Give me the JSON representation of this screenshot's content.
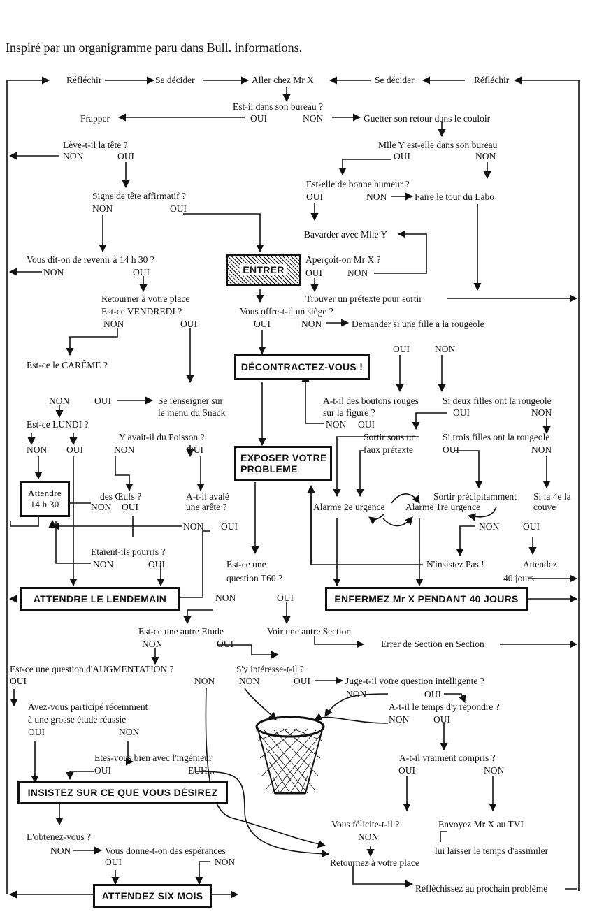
{
  "header": "Inspiré par un organigramme paru dans Bull. informations.",
  "top_row": [
    "Réfléchir",
    "Se décider",
    "Aller chez Mr X",
    "Se décider",
    "Réfléchir"
  ],
  "labels": {
    "q_bureau": "Est-il dans son bureau ?",
    "frapper": "Frapper",
    "oui": "OUI",
    "non": "NON",
    "guetter": "Guetter son retour dans le couloir",
    "leve_tete": "Lève-t-il la tête ?",
    "mlle_y_bureau": "Mlle Y est-elle dans son bureau",
    "signe_tete": "Signe de tête affirmatif ?",
    "bonne_humeur": "Est-elle de bonne humeur ?",
    "tour_labo": "Faire le tour du Labo",
    "bavarder": "Bavarder avec Mlle Y",
    "revenir": "Vous dit-on de revenir à 14 h 30 ?",
    "apercoit": "Aperçoit-on Mr X ?",
    "retourner_place": "Retourner à votre place",
    "pretexte": "Trouver un prétexte pour sortir",
    "vendredi": "Est-ce VENDREDI ?",
    "siege": "Vous offre-t-il un siège ?",
    "rougeole": "Demander si une fille a la rougeole",
    "careme": "Est-ce le CARÊME ?",
    "snack1": "Se renseigner sur",
    "snack2": "le menu du Snack",
    "boutons1": "A-t-il des boutons rouges",
    "boutons2": "sur la figure ?",
    "deux_filles": "Si deux filles ont la rougeole",
    "lundi": "Est-ce LUNDI ?",
    "poisson": "Y avait-il du Poisson ?",
    "sortir_sous": "Sortir sous un",
    "faux_pretexte": "faux prétexte",
    "trois_filles": "Si trois filles ont la rougeole",
    "oeufs": "des Œufs ?",
    "arete1": "A-t-il avalé",
    "arete2": "une arête ?",
    "sortir_precip": "Sortir précipitamment",
    "si_4e1": "Si la 4e la",
    "si_4e2": "couve",
    "alarme2": "Alarme 2e urgence",
    "alarme1": "Alarme 1re urgence",
    "pourris": "Etaient-ils pourris ?",
    "insistez_pas": "N'insistez Pas !",
    "attendez1": "Attendez",
    "attendez2": "40 jours",
    "t60_1": "Est-ce une",
    "t60_2": "question T60 ?",
    "autre_etude": "Est-ce une autre Etude",
    "autre_section": "Voir une autre Section",
    "errer": "Errer de Section en Section",
    "augmentation": "Est-ce une question d'AUGMENTATION ?",
    "interesse": "S'y intéresse-t-il ?",
    "intelligente": "Juge-t-il votre question intelligente ?",
    "participe1": "Avez-vous participé récemment",
    "participe2": "à une grosse étude réussie",
    "temps_repondre": "A-t-il le temps d'y répondre ?",
    "ingenieur": "Etes-vous bien avec l'ingénieur",
    "euh": "EUH...",
    "compris": "A-t-il vraiment compris ?",
    "obtenez": "L'obtenez-vous ?",
    "felicite": "Vous félicite-t-il ?",
    "tvi": "Envoyez Mr X au TVI",
    "esperances": "Vous donne-t-on des espérances",
    "assimiler": "lui laisser le temps d'assimiler",
    "retournez": "Retournez à votre place",
    "prochain": "Réfléchissez au prochain problème"
  },
  "boxes": {
    "entrer": "ENTRER",
    "decontractez": "DÉCONTRACTEZ-VOUS !",
    "exposer1": "EXPOSER VOTRE",
    "exposer2": "PROBLEME",
    "attendre1": "Attendre",
    "attendre2": "14 h 30",
    "lendemain": "ATTENDRE LE LENDEMAIN",
    "enfermez": "ENFERMEZ Mr X PENDANT 40 JOURS",
    "insistez": "INSISTEZ SUR CE QUE VOUS DÉSIREZ",
    "six_mois": "ATTENDEZ SIX MOIS"
  }
}
